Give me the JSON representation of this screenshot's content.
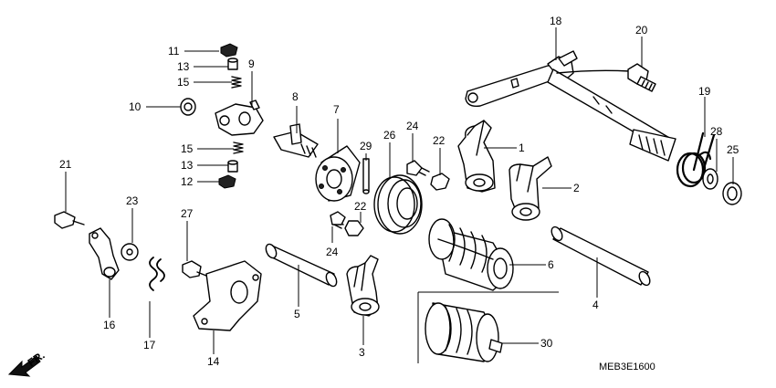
{
  "diagram_code": "MEB3E1600",
  "front_marker": "FR.",
  "callouts": {
    "c1": "1",
    "c2": "2",
    "c3": "3",
    "c4": "4",
    "c5": "5",
    "c6": "6",
    "c7": "7",
    "c8": "8",
    "c9": "9",
    "c10": "10",
    "c11": "11",
    "c12": "12",
    "c13a": "13",
    "c13b": "13",
    "c14": "14",
    "c15a": "15",
    "c15b": "15",
    "c16": "16",
    "c17": "17",
    "c18": "18",
    "c19": "19",
    "c20": "20",
    "c21": "21",
    "c22a": "22",
    "c22b": "22",
    "c23": "23",
    "c24a": "24",
    "c24b": "24",
    "c25": "25",
    "c26": "26",
    "c27": "27",
    "c28": "28",
    "c29": "29",
    "c30": "30"
  },
  "parts": [
    {
      "ref": "fork-1",
      "icon": "shift-fork-icon"
    },
    {
      "ref": "fork-2",
      "icon": "shift-fork-icon"
    },
    {
      "ref": "fork-3",
      "icon": "shift-fork-icon"
    },
    {
      "ref": "shaft-4",
      "icon": "fork-shaft-icon"
    },
    {
      "ref": "shaft-5",
      "icon": "fork-shaft-icon"
    },
    {
      "ref": "drum-6",
      "icon": "shift-drum-icon"
    },
    {
      "ref": "drum-30",
      "icon": "shift-drum-icon"
    }
  ]
}
